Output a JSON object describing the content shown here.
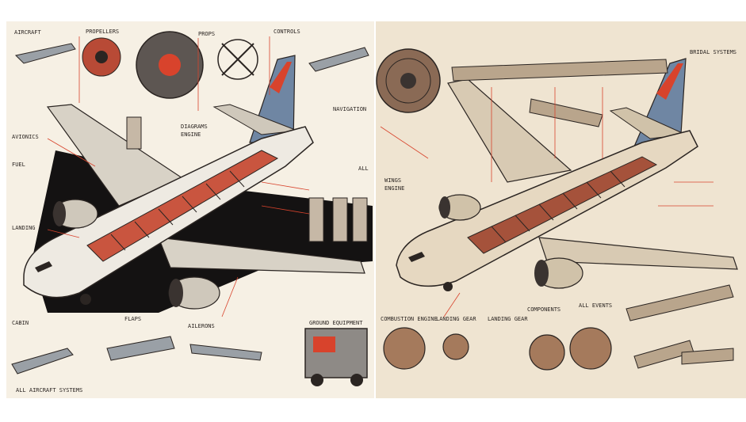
{
  "colors": {
    "page_bg": "#ffffff",
    "left_panel_bg": "#f6f0e4",
    "right_panel_bg": "#efe4d1",
    "ink": "#2b2522",
    "accent_red": "#d8432c",
    "fuselage_left": "#eeeae2",
    "fuselage_right": "#e6d8c1",
    "tail_blue": "#6f86a3",
    "shadow": "#141212",
    "label_fill": "#d8432c"
  },
  "left_panel": {
    "labels": {
      "top_left": "AIRCRAFT",
      "top_engines": "PROPELLERS",
      "top_center": "PROPS",
      "top_right": "CONTROLS",
      "section_mid": "DIAGRAMS",
      "section_mid2": "ENGINE",
      "right_edge": "ALL",
      "right_edge2": "NAVIGATION",
      "bottom_left": "ALL AIRCRAFT SYSTEMS",
      "bottom_center": "AILERONS",
      "bottom_center2": "FLAPS",
      "bottom_right": "GROUND EQUIPMENT",
      "side_left1": "AVIONICS",
      "side_left2": "FUEL",
      "side_left3": "LANDING",
      "side_left4": "CABIN"
    }
  },
  "right_panel": {
    "labels": {
      "top_right": "BRIDAL SYSTEMS",
      "bottom_left": "COMBUSTION ENGINE",
      "bottom_center": "LANDING GEAR",
      "bottom_center2": "LANDING GEAR",
      "bottom_right": "ALL EVENTS",
      "mid_right": "COMPONENTS",
      "mid_left": "WINGS",
      "mid_left2": "ENGINE"
    }
  },
  "icons": {
    "left_airliner": "airliner-cutaway",
    "right_airliner": "airliner-cutaway",
    "left_engine": "radial-engine-icon",
    "right_engine": "turbofan-fan-icon",
    "truck": "ground-service-truck-icon"
  }
}
